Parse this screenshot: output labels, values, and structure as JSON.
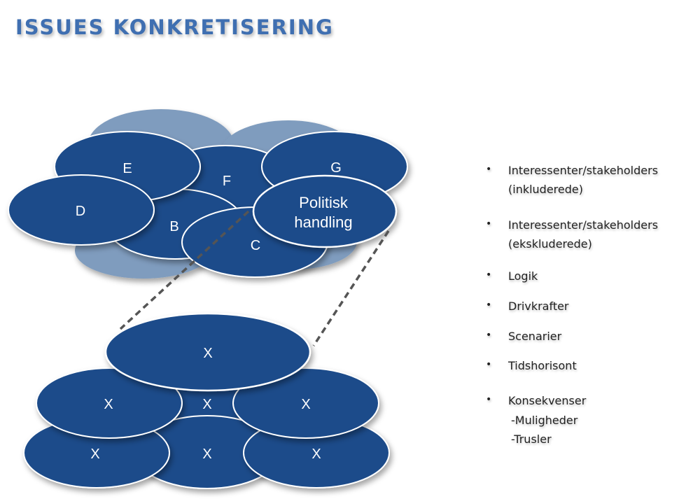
{
  "title": "ISSUES KONKRETISERING",
  "colors": {
    "title": "#3f6fb1",
    "ellipse_dark": "#1c4c8a",
    "ellipse_light": "#7f9cbe",
    "dashed_line": "#555555"
  },
  "top_cluster": {
    "labels": {
      "E": "E",
      "F": "F",
      "G": "G",
      "D": "D",
      "B": "B",
      "C": "C"
    },
    "highlight": {
      "line1": "Politisk",
      "line2": "handling"
    }
  },
  "bottom_cluster": {
    "marker": "X"
  },
  "bullets": [
    {
      "line1": "Interessenter/stakeholders",
      "line2": "(inkluderede)"
    },
    {
      "line1": "Interessenter/stakeholders",
      "line2": "(ekskluderede)"
    },
    {
      "line1": "Logik"
    },
    {
      "line1": "Drivkrafter"
    },
    {
      "line1": "Scenarier"
    },
    {
      "line1": "Tidshorisont"
    },
    {
      "line1": "Konsekvenser",
      "subs": [
        "-Muligheder",
        "-Trusler"
      ]
    }
  ],
  "bullet_glyph": "•"
}
